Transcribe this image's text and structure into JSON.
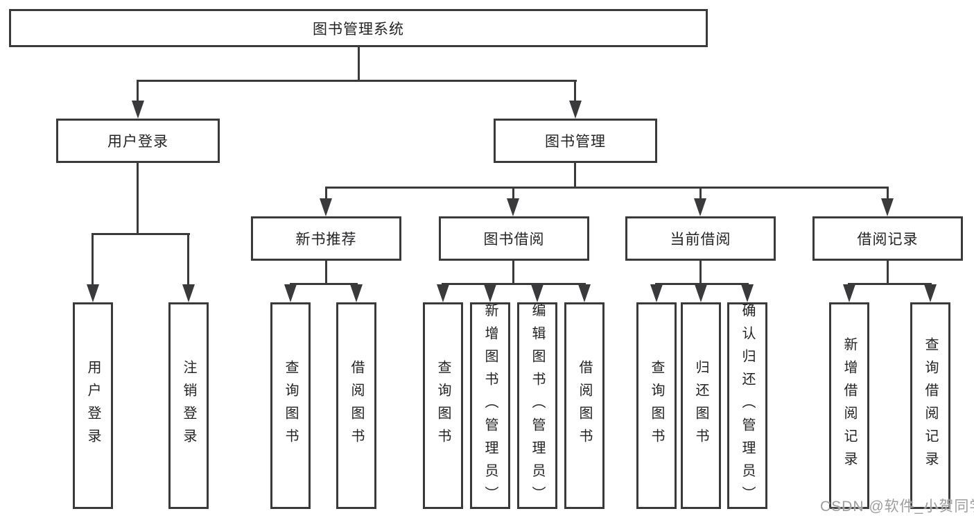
{
  "tree": {
    "label": "图书管理系统",
    "children": [
      {
        "label": "用户登录",
        "children": [
          {
            "label": "用户登录"
          },
          {
            "label": "注销登录"
          }
        ]
      },
      {
        "label": "图书管理",
        "children": [
          {
            "label": "新书推荐",
            "children": [
              {
                "label": "查询图书"
              },
              {
                "label": "借阅图书"
              }
            ]
          },
          {
            "label": "图书借阅",
            "children": [
              {
                "label": "查询图书"
              },
              {
                "label": "新增图书（管理员）"
              },
              {
                "label": "编辑图书（管理员）"
              },
              {
                "label": "借阅图书"
              }
            ]
          },
          {
            "label": "当前借阅",
            "children": [
              {
                "label": "查询图书"
              },
              {
                "label": "归还图书"
              },
              {
                "label": "确认归还（管理员）"
              }
            ]
          },
          {
            "label": "借阅记录",
            "children": [
              {
                "label": "新增借阅记录"
              },
              {
                "label": "查询借阅记录"
              }
            ]
          }
        ]
      }
    ]
  },
  "watermark": "CSDN @软件_小贺同学",
  "colors": {
    "line": "#3a3a3c",
    "text": "#232325",
    "watermark": "#9e9e9e",
    "background": "#ffffff"
  }
}
